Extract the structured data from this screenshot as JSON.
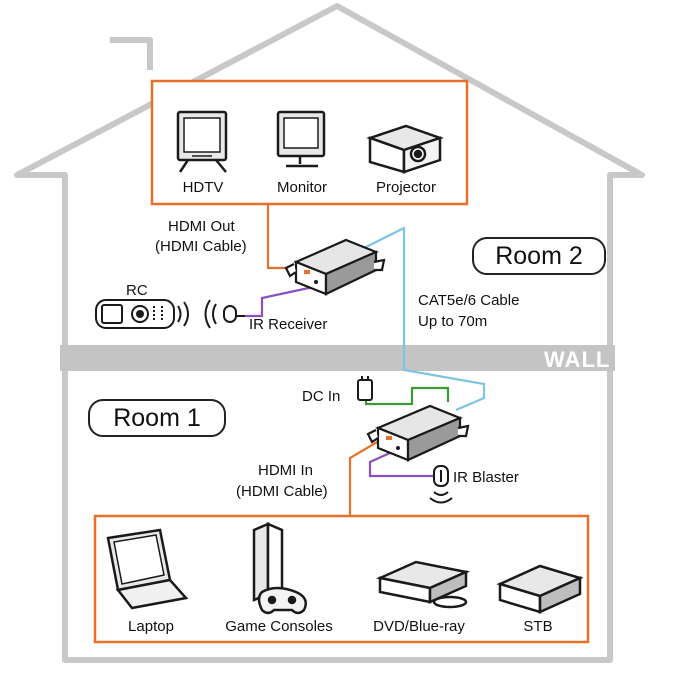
{
  "colors": {
    "house_outline": "#c8c8c8",
    "wall_band": "#c4c4c4",
    "hdmi_line": "#e8702a",
    "ir_line": "#8a4fc0",
    "cat_line": "#7cc4e4",
    "dc_line": "#3a9a3a"
  },
  "rooms": {
    "room2": "Room 2",
    "room1": "Room 1",
    "wall": "WALL"
  },
  "displays": [
    {
      "label": "HDTV",
      "icon": "hdtv-icon"
    },
    {
      "label": "Monitor",
      "icon": "monitor-icon"
    },
    {
      "label": "Projector",
      "icon": "projector-icon"
    }
  ],
  "sources": [
    {
      "label": "Laptop",
      "icon": "laptop-icon"
    },
    {
      "label": "Game Consoles",
      "icon": "game-console-icon"
    },
    {
      "label": "DVD/Blue-ray",
      "icon": "dvd-player-icon"
    },
    {
      "label": "STB",
      "icon": "set-top-box-icon"
    }
  ],
  "labels": {
    "hdmi_out": "HDMI Out",
    "hdmi_out_cable": "(HDMI Cable)",
    "hdmi_in": "HDMI In",
    "hdmi_in_cable": "(HDMI Cable)",
    "cat_cable": "CAT5e/6 Cable",
    "cat_range": "Up to 70m",
    "rc": "RC",
    "ir_receiver": "IR Receiver",
    "ir_blaster": "IR Blaster",
    "dc_in": "DC In"
  },
  "icons": [
    "remote-control-icon",
    "ir-receiver-icon",
    "ir-blaster-icon",
    "power-adapter-icon",
    "receiver-unit-icon",
    "transmitter-unit-icon"
  ]
}
